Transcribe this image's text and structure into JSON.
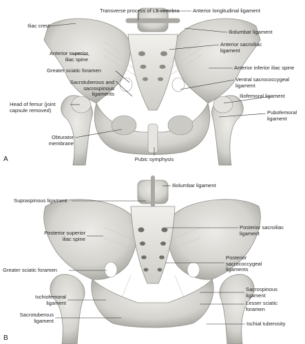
{
  "panel_a": {
    "letter": "A",
    "labels": {
      "transverse_process": "Transverse process of L5 vertebra",
      "anterior_longitudinal": "Anterior longitudinal ligament",
      "iliac_crest": "Iliac crest",
      "iliolumbar": "Iliolumbar ligament",
      "asis_1": "Anterior superior",
      "asis_2": "iliac spine",
      "anterior_sacroiliac_1": "Anterior sacroiliac",
      "anterior_sacroiliac_2": "ligament",
      "aiis": "Anterior inferior iliac spine",
      "greater_sciatic": "Greater sciatic foramen",
      "sacrotuberous_1": "Sacrotuberous and",
      "sacrotuberous_2": "sacrospinous",
      "sacrotuberous_3": "ligaments",
      "ventral_sacrococcygeal_1": "Ventral sacrococcygeal",
      "ventral_sacrococcygeal_2": "ligament",
      "iliofemoral": "Iliofemoral ligament",
      "head_femur_1": "Head of femur (joint",
      "head_femur_2": "capsule removed)",
      "pubofemoral_1": "Pubofemoral",
      "pubofemoral_2": "ligament",
      "obturator_1": "Obturator",
      "obturator_2": "membrane",
      "pubic_symphysis": "Pubic symphysis"
    }
  },
  "panel_b": {
    "letter": "B",
    "labels": {
      "iliolumbar": "Iliolumbar ligament",
      "supraspinous": "Supraspinous ligament",
      "psis_1": "Posterior superior",
      "psis_2": "iliac spine",
      "posterior_sacroiliac_1": "Posterior sacroiliac",
      "posterior_sacroiliac_2": "ligament",
      "posterior_sacrococcygeal_1": "Posterior",
      "posterior_sacrococcygeal_2": "sacrococcygeal",
      "posterior_sacrococcygeal_3": "ligaments",
      "greater_sciatic": "Greater sciatic foramen",
      "ischiofemoral_1": "Ischiofemoral",
      "ischiofemoral_2": "ligament",
      "sacrospinous_1": "Sacrospinous",
      "sacrospinous_2": "ligament",
      "lesser_sciatic_1": "Lesser sciatic",
      "lesser_sciatic_2": "foramen",
      "sacrotuberous_1": "Sacrotuberous",
      "sacrotuberous_2": "ligament",
      "ischial_tuberosity": "Ischial tuberosity"
    }
  },
  "colors": {
    "bone": "#d9d8d3",
    "bone_shade": "#b9b8b2",
    "ligament": "#e9e8e4",
    "leader": "#222222"
  }
}
